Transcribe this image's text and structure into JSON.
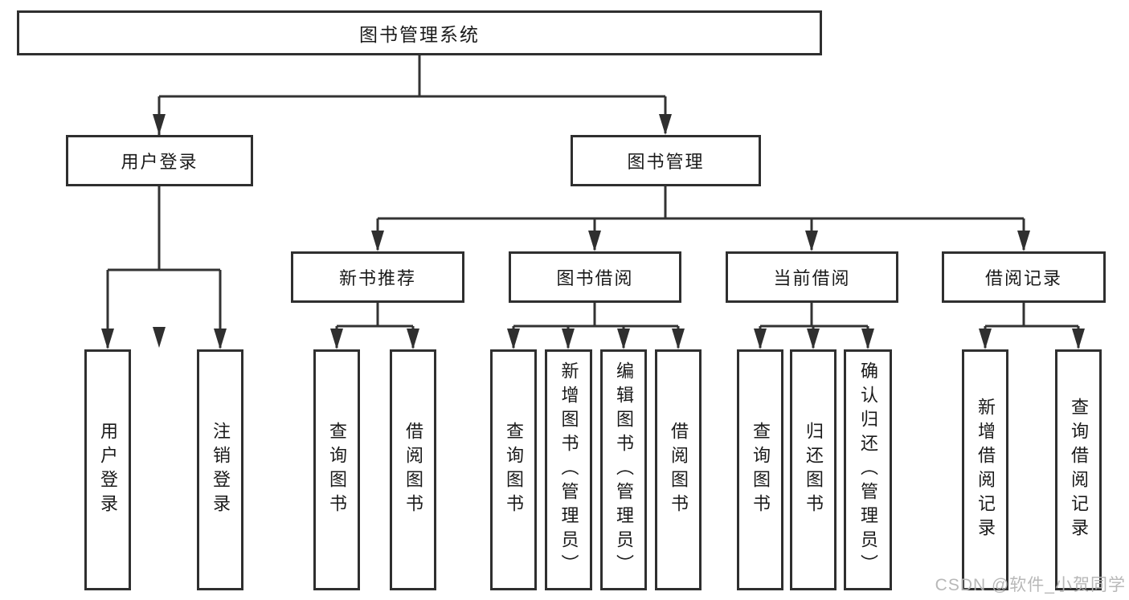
{
  "tree": {
    "label": "图书管理系统",
    "children": [
      {
        "label": "用户登录",
        "children": [
          {
            "label": "用户登录"
          },
          {
            "label": "注销登录"
          }
        ]
      },
      {
        "label": "图书管理",
        "children": [
          {
            "label": "新书推荐",
            "children": [
              {
                "label": "查询图书"
              },
              {
                "label": "借阅图书"
              }
            ]
          },
          {
            "label": "图书借阅",
            "children": [
              {
                "label": "查询图书"
              },
              {
                "label": "新增图书（管理员）"
              },
              {
                "label": "编辑图书（管理员）"
              },
              {
                "label": "借阅图书"
              }
            ]
          },
          {
            "label": "当前借阅",
            "children": [
              {
                "label": "查询图书"
              },
              {
                "label": "归还图书"
              },
              {
                "label": "确认归还（管理员）"
              }
            ]
          },
          {
            "label": "借阅记录",
            "children": [
              {
                "label": "新增借阅记录"
              },
              {
                "label": "查询借阅记录"
              }
            ]
          }
        ]
      }
    ]
  },
  "watermark": {
    "text": "CSDN @软件_小贺同学"
  },
  "colors": {
    "line": "#333333",
    "box_border": "#2f2f2f",
    "text": "#1a1a1a",
    "watermark": "#b4b4b4",
    "background": "#ffffff"
  }
}
